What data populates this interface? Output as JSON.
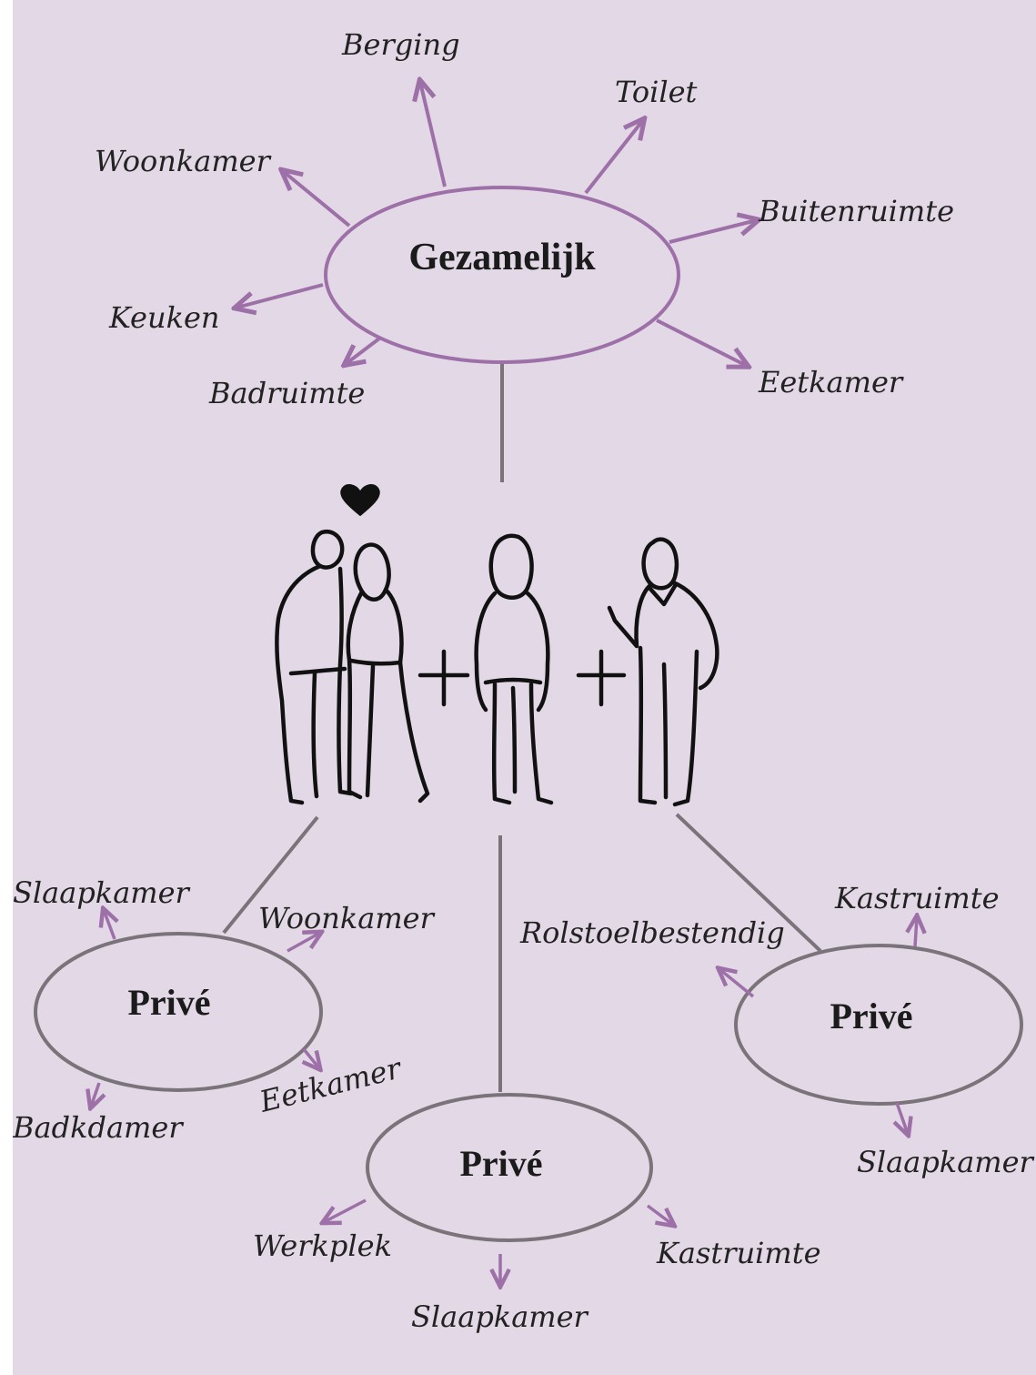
{
  "colors": {
    "background": "#e3d8e6",
    "hub_stroke": "#9d70a8",
    "private_stroke": "#7a737a",
    "arrow": "#9d70a8",
    "connector": "#7a737a"
  },
  "shared": {
    "title": "Gezamelijk",
    "rooms": [
      "Berging",
      "Toilet",
      "Woonkamer",
      "Buitenruimte",
      "Keuken",
      "Badruimte",
      "Eetkamer"
    ]
  },
  "people_illustration": {
    "icons": [
      "couple-with-heart-icon",
      "plus-icon",
      "person-icon",
      "plus-icon",
      "elderly-person-icon"
    ]
  },
  "private_units": [
    {
      "title": "Privé",
      "rooms": [
        "Slaapkamer",
        "Woonkamer",
        "Badkdamer",
        "Eetkamer"
      ]
    },
    {
      "title": "Privé",
      "rooms": [
        "Werkplek",
        "Slaapkamer",
        "Kastruimte"
      ]
    },
    {
      "title": "Privé",
      "rooms": [
        "Kastruimte",
        "Rolstoelbestendig",
        "Slaapkamer"
      ]
    }
  ]
}
